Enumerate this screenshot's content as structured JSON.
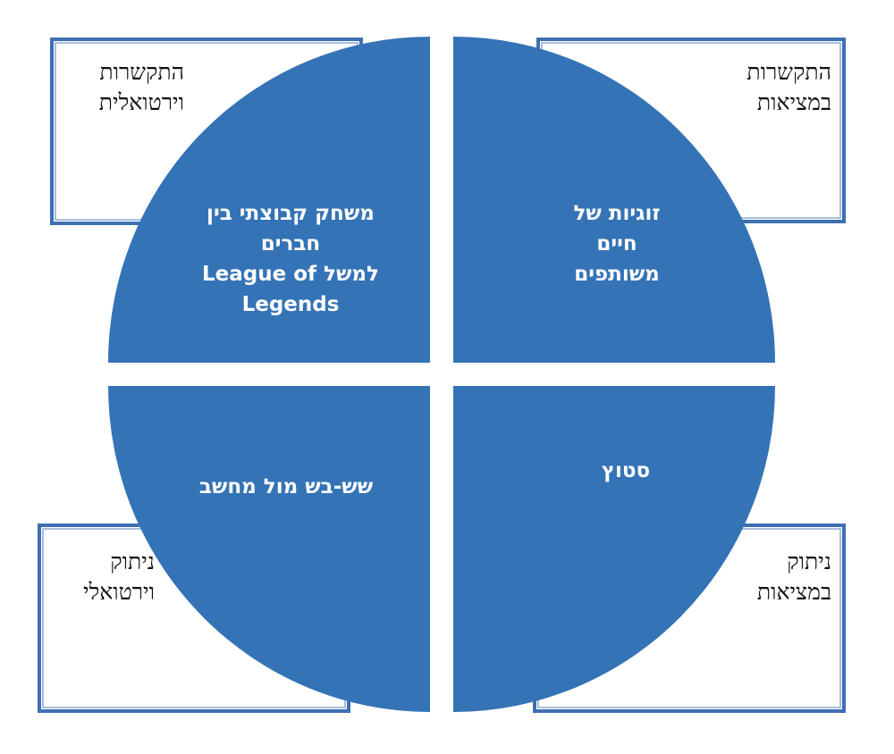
{
  "colors": {
    "circle_fill": "#3473b6",
    "frame_stroke": "#3f6fb2",
    "background": "#ffffff"
  },
  "quadrants": {
    "top_left": {
      "lines": [
        "משחק קבוצתי בין",
        "חברים",
        "למשל League of",
        "Legends"
      ]
    },
    "top_right": {
      "lines": [
        "זוגיות של",
        "חיים",
        "משותפים"
      ]
    },
    "bottom_left": {
      "lines": [
        "שש-בש מול מחשב"
      ]
    },
    "bottom_right": {
      "lines": [
        "סטוץ"
      ]
    }
  },
  "frames": {
    "top_left": {
      "lines": [
        "התקשרות",
        "וירטואלית"
      ]
    },
    "top_right": {
      "lines": [
        "התקשרות",
        "במציאות"
      ]
    },
    "bottom_left": {
      "lines": [
        "ניתוק",
        "וירטואלי"
      ]
    },
    "bottom_right": {
      "lines": [
        "ניתוק",
        "במציאות"
      ]
    }
  }
}
